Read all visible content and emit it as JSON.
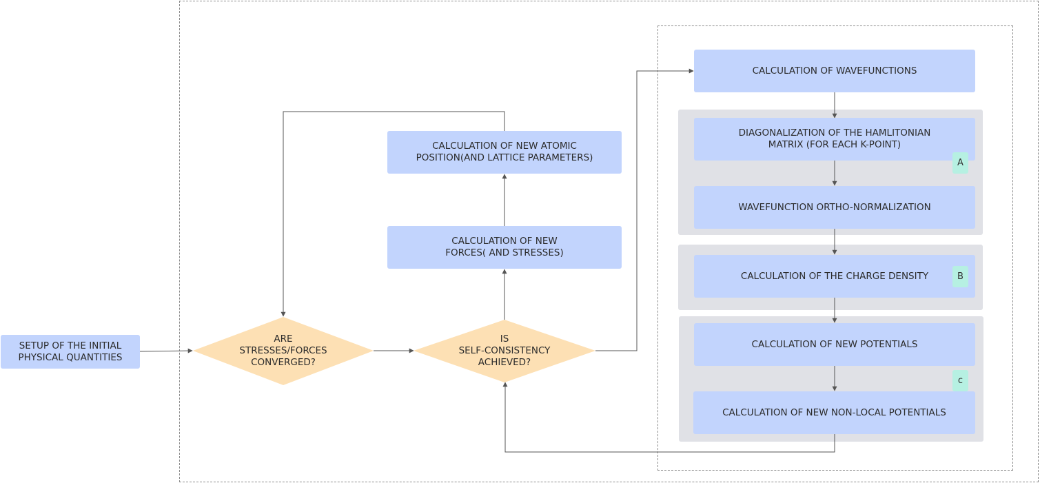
{
  "nodes": {
    "setup": "SETUP OF THE INITIAL\nPHYSICAL QUANTITIES",
    "stress_decision": "ARE\nSTRESSES/FORCES\nCONVERGED?",
    "scf_decision": "IS\nSELF-CONSISTENCY\nACHIEVED?",
    "new_forces": "CALCULATION OF NEW\nFORCES( AND STRESSES)",
    "new_positions": "CALCULATION OF NEW ATOMIC\nPOSITION(AND LATTICE PARAMETERS)",
    "wavefunctions": "CALCULATION OF WAVEFUNCTIONS",
    "diagonalization": "DIAGONALIZATION OF THE HAMLITONIAN\nMATRIX (FOR EACH K-POINT)",
    "ortho": "WAVEFUNCTION ORTHO-NORMALIZATION",
    "charge_density": "CALCULATION OF THE CHARGE DENSITY",
    "new_potentials": "CALCULATION OF NEW POTENTIALS",
    "nonlocal_potentials": "CALCULATION OF NEW NON-LOCAL POTENTIALS"
  },
  "badges": {
    "a": "A",
    "b": "B",
    "c": "c"
  },
  "colors": {
    "box": "#c2d4fd",
    "decision": "#fde0b4",
    "panel": "#e0e1e6",
    "badge": "#b6f0e2",
    "line": "#555555"
  }
}
